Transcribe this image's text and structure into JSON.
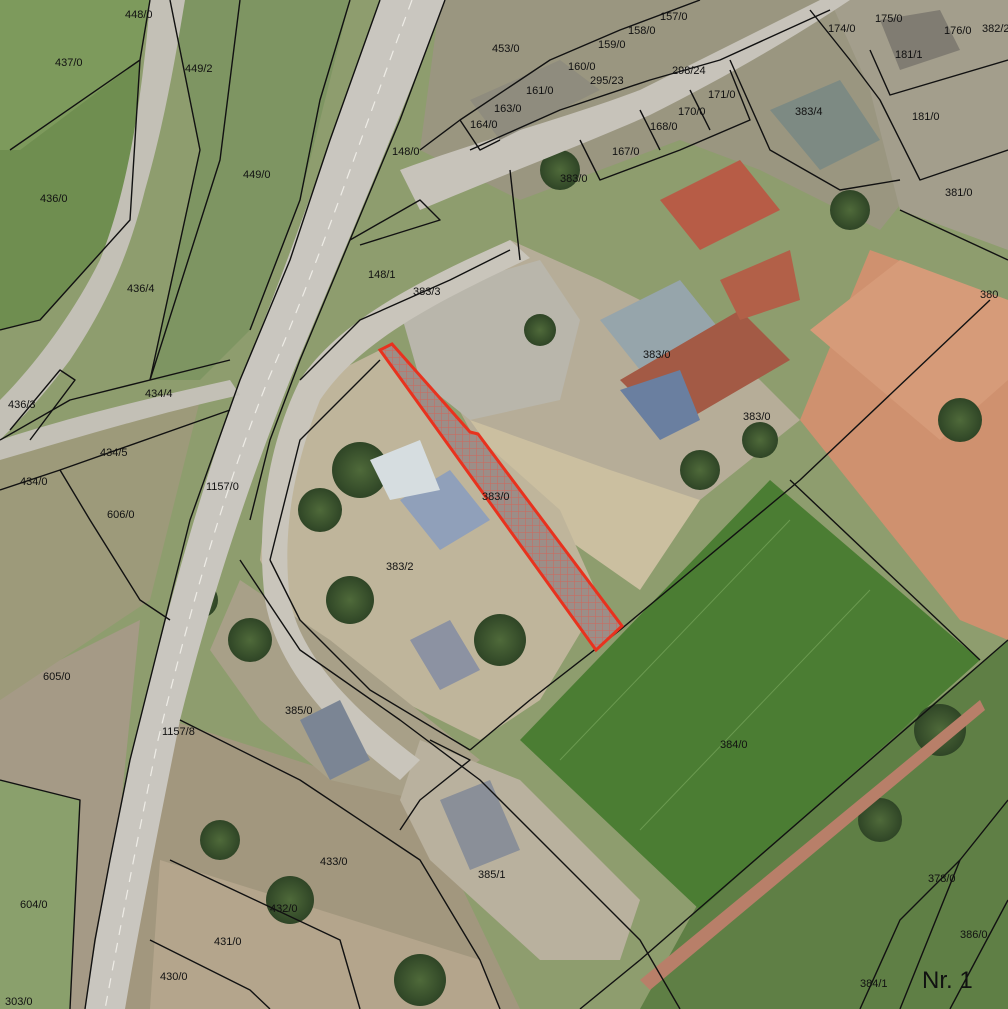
{
  "map": {
    "sheet_label": "Nr. 1",
    "highlight_color": "#e8321e",
    "parcel_labels": [
      "448/0",
      "437/0",
      "449/2",
      "453/0",
      "157/0",
      "158/0",
      "159/0",
      "160/0",
      "295/23",
      "161/0",
      "163/0",
      "164/0",
      "298/24",
      "171/0",
      "170/0",
      "168/0",
      "167/0",
      "174/0",
      "175/0",
      "176/0",
      "382/2",
      "181/1",
      "383/4",
      "181/0",
      "436/0",
      "449/0",
      "148/0",
      "383/0",
      "381/0",
      "436/4",
      "148/1",
      "383/3",
      "380",
      "436/3",
      "434/4",
      "383/0",
      "383/0",
      "434/5",
      "434/0",
      "1157/0",
      "606/0",
      "383/0",
      "383/2",
      "605/0",
      "385/0",
      "1157/8",
      "384/0",
      "433/0",
      "385/1",
      "378/0",
      "604/0",
      "432/0",
      "386/0",
      "431/0",
      "430/0",
      "384/1",
      "303/0"
    ]
  }
}
